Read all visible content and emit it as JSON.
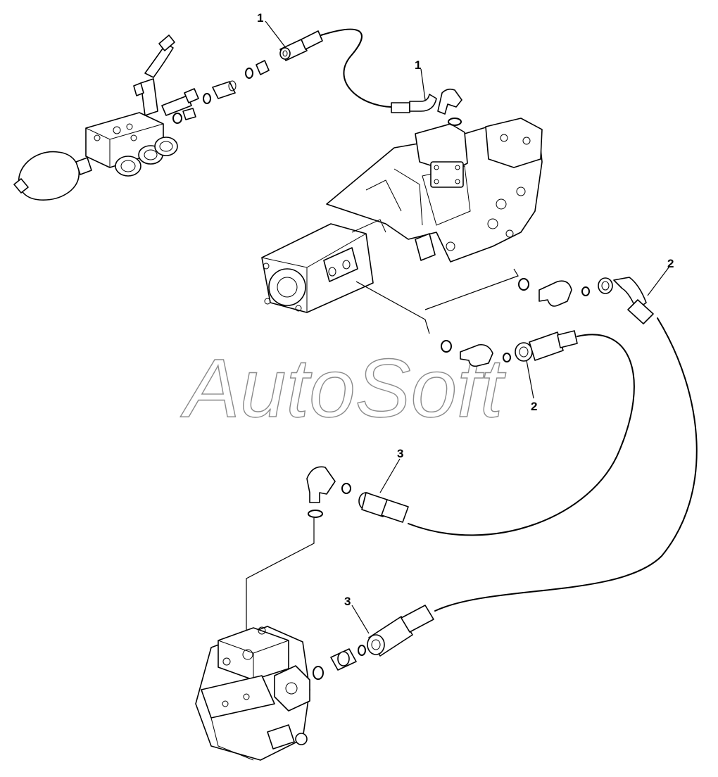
{
  "watermark": "AutoSoft",
  "callouts": [
    {
      "id": "c1a",
      "label": "1"
    },
    {
      "id": "c1b",
      "label": "1"
    },
    {
      "id": "c2a",
      "label": "2"
    },
    {
      "id": "c2b",
      "label": "2"
    },
    {
      "id": "c3a",
      "label": "3"
    },
    {
      "id": "c3b",
      "label": "3"
    }
  ]
}
